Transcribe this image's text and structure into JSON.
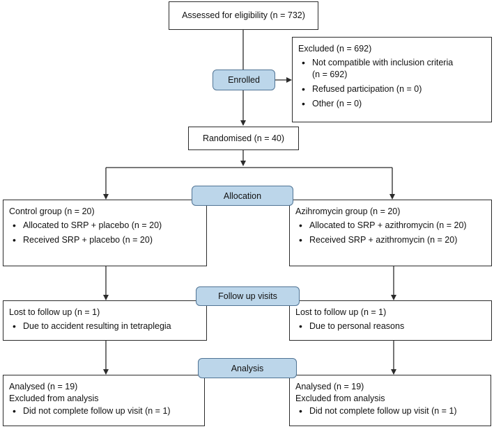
{
  "assessed": {
    "text": "Assessed for eligibility (n = 732)"
  },
  "excluded": {
    "title": "Excluded (n = 692)",
    "items": [
      {
        "text": "Not compatible with inclusion criteria",
        "text2": "(n = 692)"
      },
      {
        "text": "Refused participation (n = 0)"
      },
      {
        "text": "Other (n = 0)"
      }
    ]
  },
  "stages": {
    "enrolled": "Enrolled",
    "allocation": "Allocation",
    "follow_up": "Follow up visits",
    "analysis": "Analysis"
  },
  "randomised": {
    "text": "Randomised (n = 40)"
  },
  "control": {
    "title": "Control group (n = 20)",
    "items": [
      "Allocated to SRP + placebo (n = 20)",
      "Received SRP + placebo (n = 20)"
    ]
  },
  "azithro": {
    "title": "Azihromycin group (n = 20)",
    "items": [
      "Allocated to SRP + azithromycin (n = 20)",
      "Received SRP + azithromycin (n = 20)"
    ]
  },
  "lost_left": {
    "title": "Lost to follow up (n = 1)",
    "items": [
      "Due to accident resulting in tetraplegia"
    ]
  },
  "lost_right": {
    "title": "Lost to follow up (n = 1)",
    "items": [
      "Due to personal reasons"
    ]
  },
  "analysed_left": {
    "title": "Analysed (n = 19)",
    "subtitle": "Excluded from analysis",
    "items": [
      "Did not complete follow up visit (n = 1)"
    ]
  },
  "analysed_right": {
    "title": "Analysed (n = 19)",
    "subtitle": "Excluded from analysis",
    "items": [
      "Did not complete follow up visit (n = 1)"
    ]
  },
  "colors": {
    "stage_fill": "#bcd6ea",
    "stage_border": "#4f7394",
    "line": "#2b2b2b"
  }
}
